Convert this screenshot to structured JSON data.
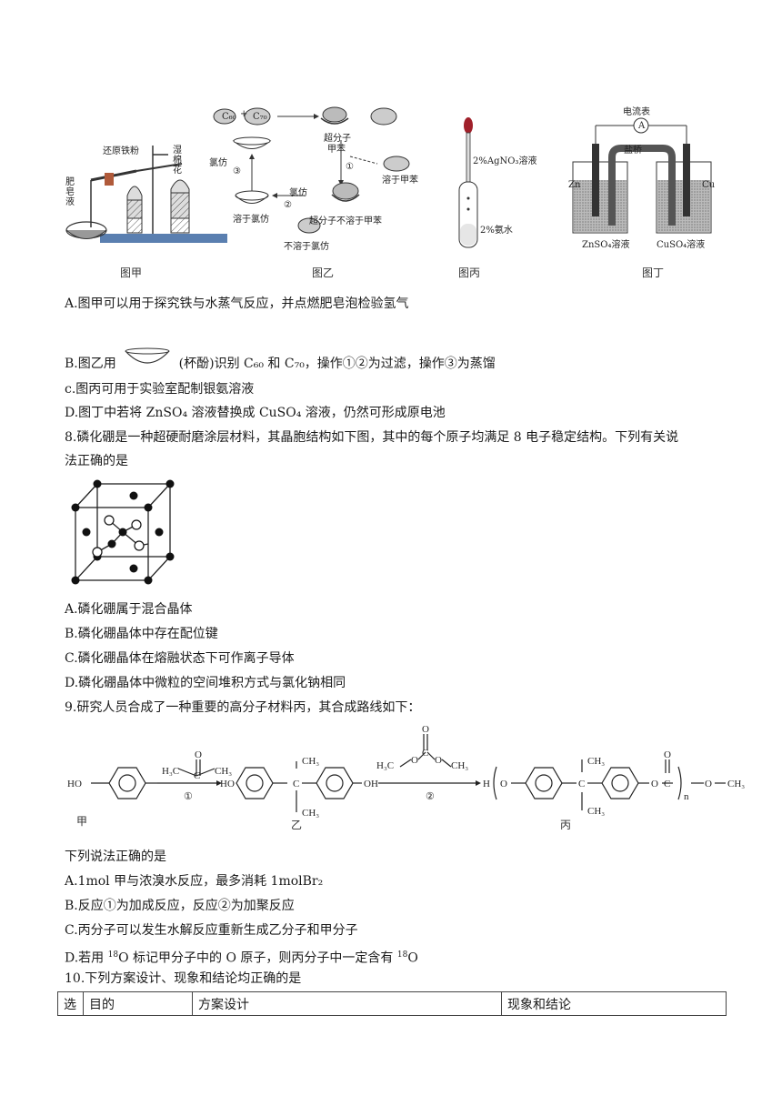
{
  "figures": {
    "jia": {
      "caption": "图甲",
      "labels": [
        "还原铁粉",
        "湿棉花",
        "肥皂液"
      ]
    },
    "yi": {
      "caption": "图乙",
      "labels": {
        "c60": "C₆₀",
        "c70": "C₇₀",
        "plus": "+",
        "supramolecule": "超分子",
        "toluene": "甲苯",
        "dissolve_toluene": "溶于甲苯",
        "chloroform_a": "氯仿",
        "chloroform_b": "氯仿",
        "step1": "①",
        "step2": "②",
        "step3": "③",
        "dissolve_chloroform": "溶于氯仿",
        "insoluble_toluene": "超分子不溶于甲苯",
        "insoluble_chloroform": "不溶于氯仿"
      }
    },
    "bing": {
      "caption": "图丙",
      "labels": [
        "2%AgNO₃溶液",
        "2%氨水"
      ]
    },
    "ding": {
      "caption": "图丁",
      "labels": {
        "ammeter": "电流表",
        "A": "A",
        "salt_bridge": "盐桥",
        "zn": "Zn",
        "cu": "Cu",
        "znso4": "ZnSO₄溶液",
        "cuso4": "CuSO₄溶液"
      }
    }
  },
  "q7": {
    "A": "A.图甲可以用于探究铁与水蒸气反应，并点燃肥皂泡检验氢气",
    "B_prefix": "B.图乙用",
    "B_suffix": "(杯酚)识别 C₆₀ 和 C₇₀，操作①②为过滤，操作③为蒸馏",
    "C": "c.图丙可用于实验室配制银氨溶液",
    "D": "D.图丁中若将 ZnSO₄ 溶液替换成 CuSO₄ 溶液，仍然可形成原电池"
  },
  "q8": {
    "stem1": "8.磷化硼是一种超硬耐磨涂层材料，其晶胞结构如下图，其中的每个原子均满足 8 电子稳定结构。下列有关说",
    "stem2": "法正确的是",
    "A": "A.磷化硼属于混合晶体",
    "B": "B.磷化硼晶体中存在配位键",
    "C": "C.磷化硼晶体在熔融状态下可作离子导体",
    "D": "D.磷化硼晶体中微粒的空间堆积方式与氯化钠相同"
  },
  "q9": {
    "stem": "9.研究人员合成了一种重要的高分子材料丙，其合成路线如下：",
    "scheme": {
      "ho": "HO",
      "ho2": "HO",
      "oh": "OH",
      "h": "H",
      "o1": "O",
      "o2": "O",
      "o3": "O",
      "o4": "O",
      "o5": "O",
      "h3c1": "H₃C",
      "ch3_a": "CH₃",
      "ch3_b": "CH₃",
      "ch3_c": "CH₃",
      "ch3_d": "CH₃",
      "ch3_e": "CH₃",
      "ch3_f": "CH₃",
      "h3c2": "H₃C",
      "c1": "C",
      "c2": "C",
      "c3": "C",
      "c4": "C",
      "c5": "C",
      "step1": "①",
      "step2": "②",
      "n": "n",
      "jia": "甲",
      "yi": "乙",
      "bing": "丙"
    },
    "question": "下列说法正确的是",
    "A": "A.1mol 甲与浓溴水反应，最多消耗 1molBr₂",
    "B": "B.反应①为加成反应，反应②为加聚反应",
    "C": "C.丙分子可以发生水解反应重新生成乙分子和甲分子",
    "D_pre": "D.若用 ",
    "D_sup1": "18",
    "D_mid": "O 标记甲分子中的 O 原子，则丙分子中一定含有 ",
    "D_sup2": "18",
    "D_end": "O"
  },
  "q10": {
    "stem": "10.下列方案设计、现象和结论均正确的是",
    "headers": [
      "选",
      "目的",
      "方案设计",
      "现象和结论"
    ]
  }
}
